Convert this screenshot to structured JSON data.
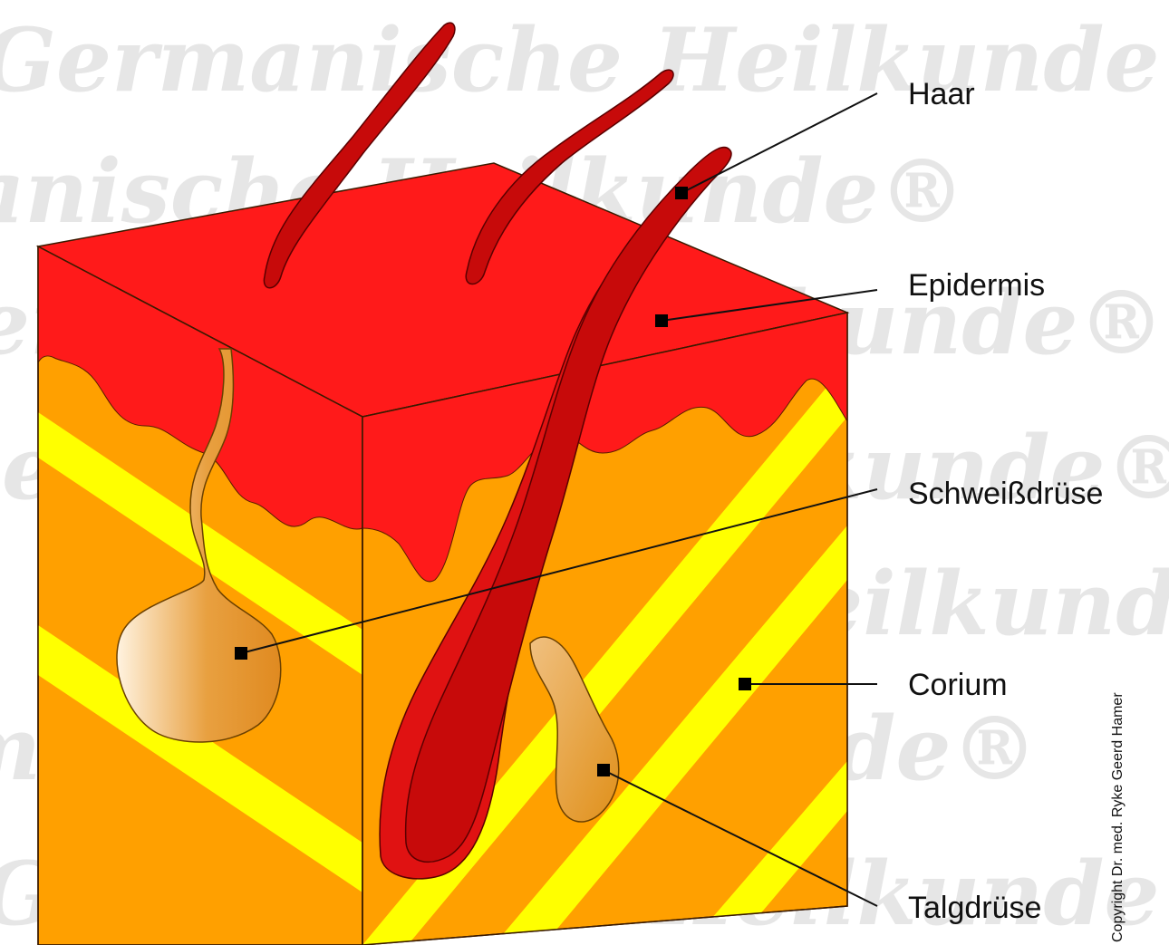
{
  "watermark": {
    "text": "Germanische Heilkunde®"
  },
  "labels": {
    "haar": "Haar",
    "epidermis": "Epidermis",
    "schweissdruese": "Schweißdrüse",
    "corium": "Corium",
    "talgdruese": "Talgdrüse"
  },
  "copyright": "Copyright Dr. med. Ryke Geerd Hamer",
  "colors": {
    "epidermis": "#ff1a1a",
    "corium": "#ffa000",
    "stripes": "#ffff00",
    "hair": "#cc0a0a",
    "hair_sheath": "#e01212",
    "gland": "#e89a3a",
    "outline": "#5a3a00",
    "watermark": "#e6e6e6"
  }
}
